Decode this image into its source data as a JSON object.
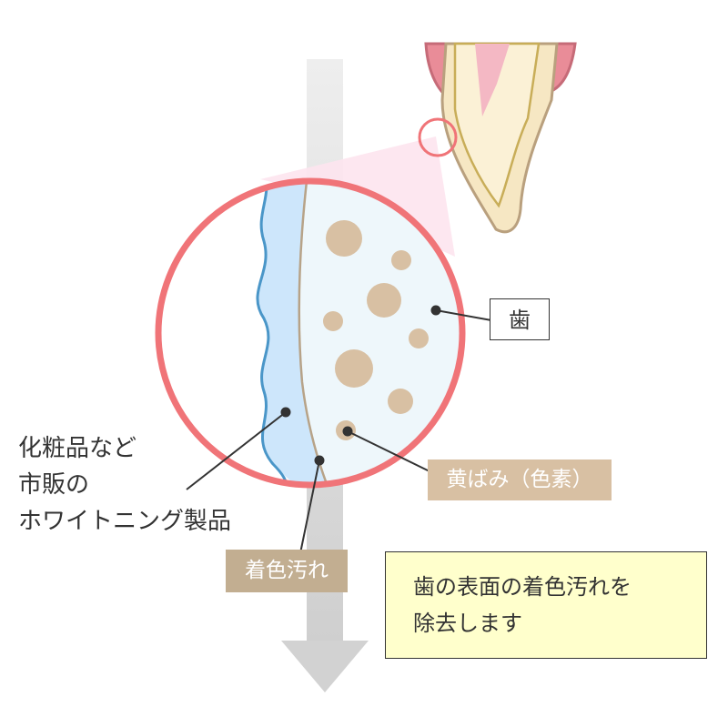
{
  "labels": {
    "tooth": "歯",
    "yellowing": "黄ばみ（色素）",
    "stain": "着色汚れ",
    "products_line1": "化粧品など",
    "products_line2": "市販の",
    "products_line3": "ホワイトニング製品"
  },
  "note": {
    "line1": "歯の表面の着色汚れを",
    "line2": "除去します"
  },
  "colors": {
    "magnifier_ring": "#f07478",
    "stain_layer": "#cde6fb",
    "stain_edge": "#4a96c8",
    "enamel": "#eef7fb",
    "pigment": "#d8c0a3",
    "arrow": "#d4d4d4",
    "gum": "#e98c98",
    "tooth_body": "#f6e7c3",
    "note_bg": "#ffffcc"
  }
}
